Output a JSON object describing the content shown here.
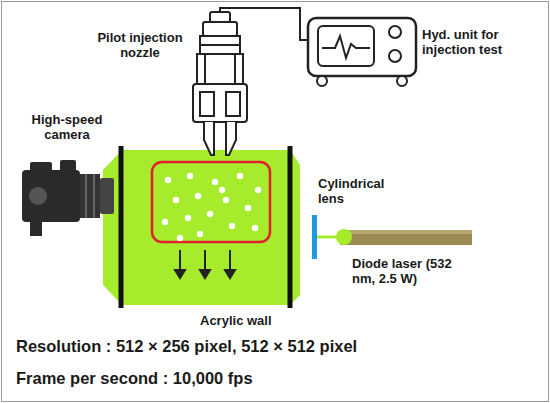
{
  "diagram": {
    "labels": [
      "Pilot injection nozzle",
      "Hyd. unit for injection test",
      "High-speed camera",
      "Cylindrical lens",
      "Diode laser (532 nm, 2.5 W)",
      "Acrylic wall",
      "Resolution : 512 × 256 pixel, 512 × 512 pixel",
      "Frame per second : 10,000 fps"
    ]
  }
}
